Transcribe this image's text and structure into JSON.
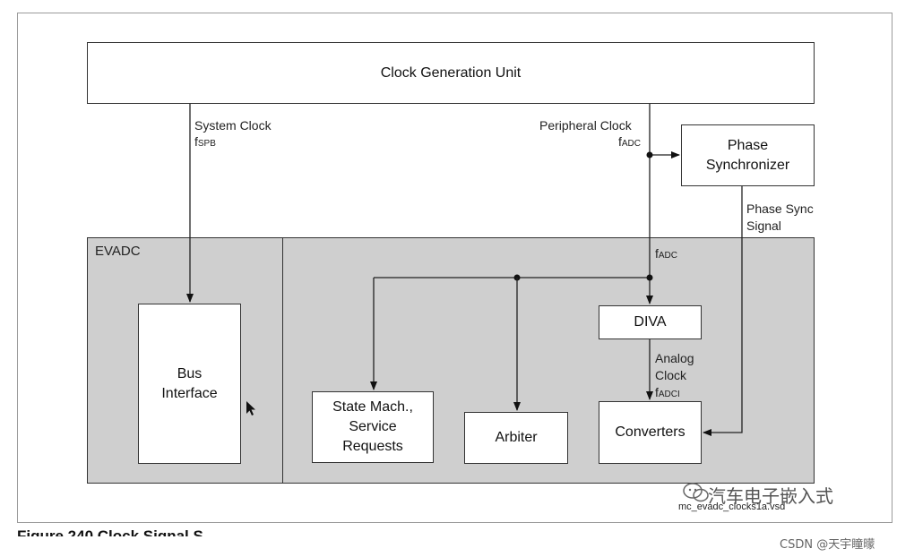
{
  "blocks": {
    "clock_generation_unit": "Clock Generation Unit",
    "phase_synchronizer": [
      "Phase",
      "Synchronizer"
    ],
    "evadc": "EVADC",
    "bus_interface": [
      "Bus",
      "Interface"
    ],
    "diva": "DIVA",
    "state_machine": [
      "State Mach.,",
      "Service",
      "Requests"
    ],
    "arbiter": "Arbiter",
    "converters": "Converters"
  },
  "signals": {
    "system_clock": "System Clock",
    "system_clock_symbol": {
      "main": "f",
      "sub": "SPB"
    },
    "peripheral_clock": "Peripheral Clock",
    "peripheral_clock_symbol": {
      "main": "f",
      "sub": "ADC"
    },
    "phase_sync_signal": [
      "Phase Sync",
      "Signal"
    ],
    "fadc_symbol": {
      "main": "f",
      "sub": "ADC"
    },
    "analog_clock": [
      "Analog",
      "Clock"
    ],
    "analog_clock_symbol": {
      "main": "f",
      "sub": "ADCI"
    }
  },
  "figure": {
    "caption_partial": "Figure 240  Clock Signal S",
    "filename": "mc_evadc_clocks1a.vsd"
  },
  "overlay": {
    "watermark": "汽车电子嵌入式",
    "footer": "CSDN @天宇瞳曚"
  }
}
